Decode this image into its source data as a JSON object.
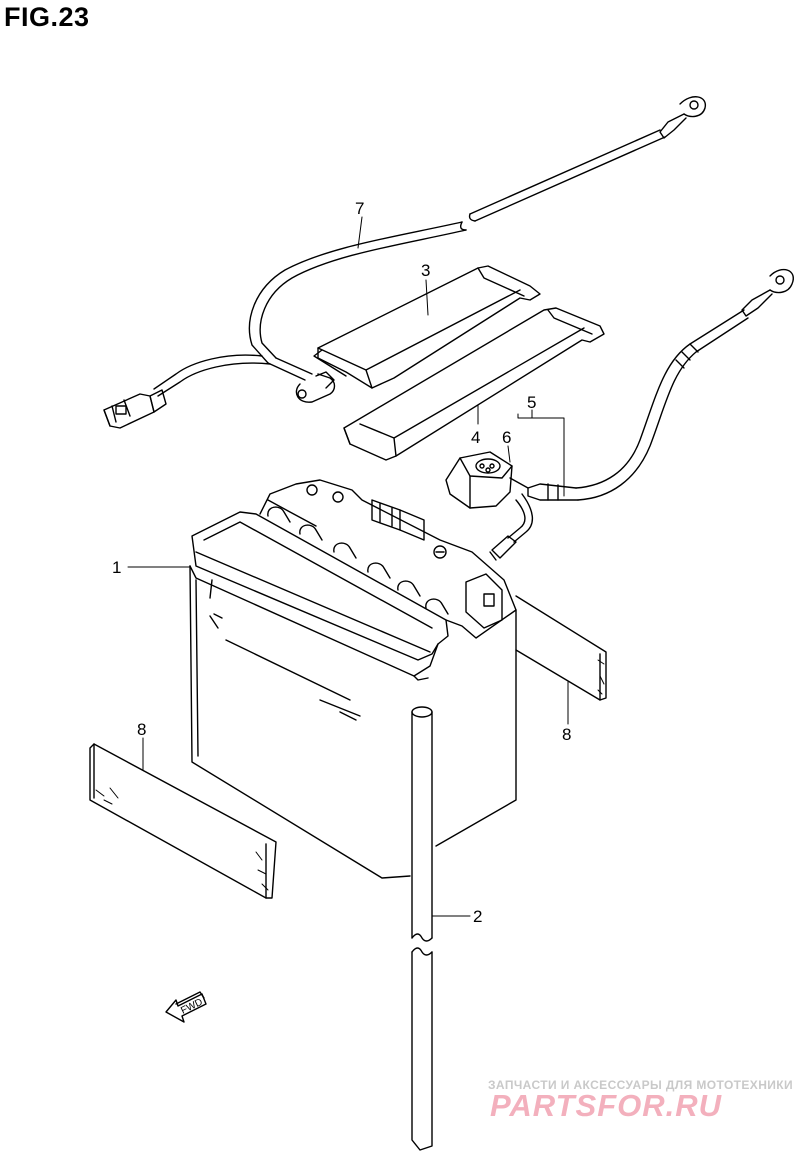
{
  "figure": {
    "title": "FIG.23"
  },
  "callouts": {
    "battery": "1",
    "tube": "2",
    "band_upper": "3",
    "band_lower": "4",
    "cable_assembly": "5",
    "terminal_cover": "6",
    "harness_cable": "7",
    "pad_right": "8",
    "pad_left": "8"
  },
  "fwd_marker": {
    "text": "FWD",
    "icon": "forward-arrow-icon"
  },
  "watermark": {
    "tagline": "ЗАПЧАСТИ И АКСЕССУАРЫ ДЛЯ МОТОТЕХНИКИ",
    "logo": "PARTSFOR.RU",
    "color": "#f3b0bd"
  },
  "colors": {
    "line": "#000000",
    "background": "#ffffff"
  }
}
